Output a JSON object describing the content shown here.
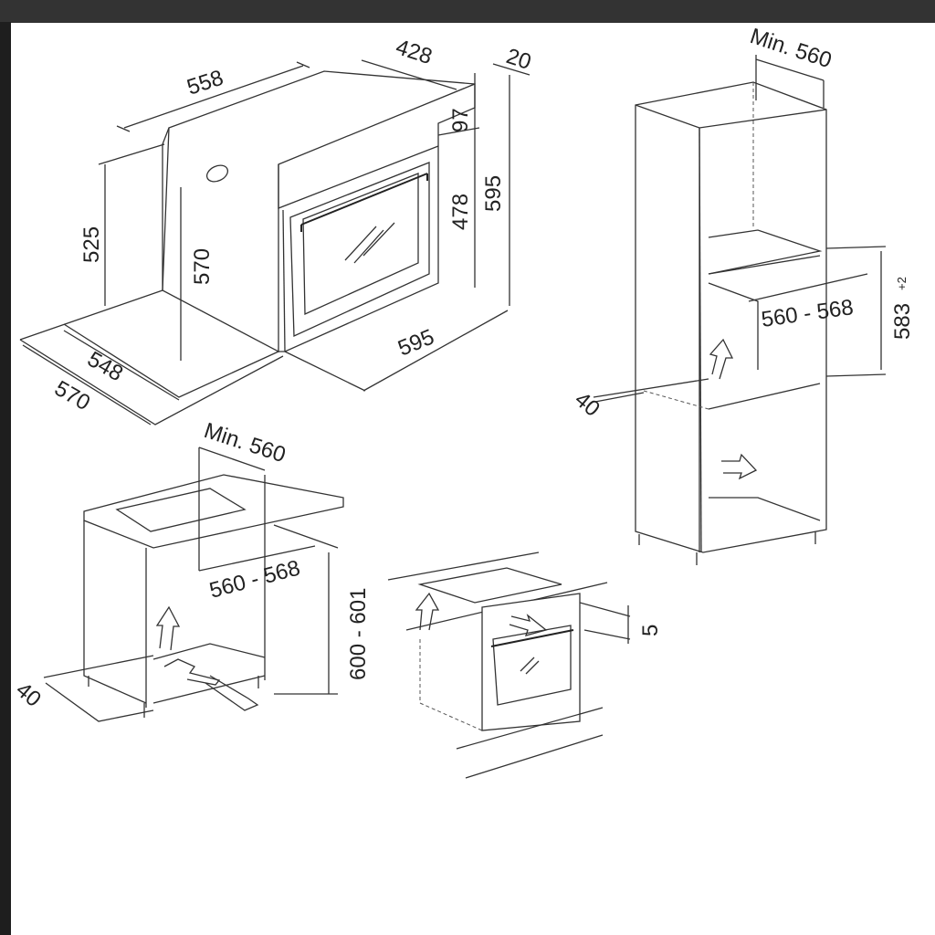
{
  "diagram": {
    "oven": {
      "width_top": "558",
      "depth_top": "428",
      "front_panel": "20",
      "control_panel_height": "97",
      "total_height": "595",
      "door_height": "478",
      "side_height": "525",
      "inner_height": "570",
      "front_width": "595",
      "depth_548": "548",
      "depth_570": "570"
    },
    "tall_cabinet": {
      "min_depth": "Min. 560",
      "niche_width": "560 - 568",
      "niche_height": "583",
      "niche_height_tolerance": "+2",
      "back_gap": "40"
    },
    "under_counter": {
      "min_depth": "Min. 560",
      "niche_width": "560 - 568",
      "niche_height": "600 - 601",
      "back_gap": "40"
    },
    "under_hob": {
      "gap": "5"
    }
  }
}
